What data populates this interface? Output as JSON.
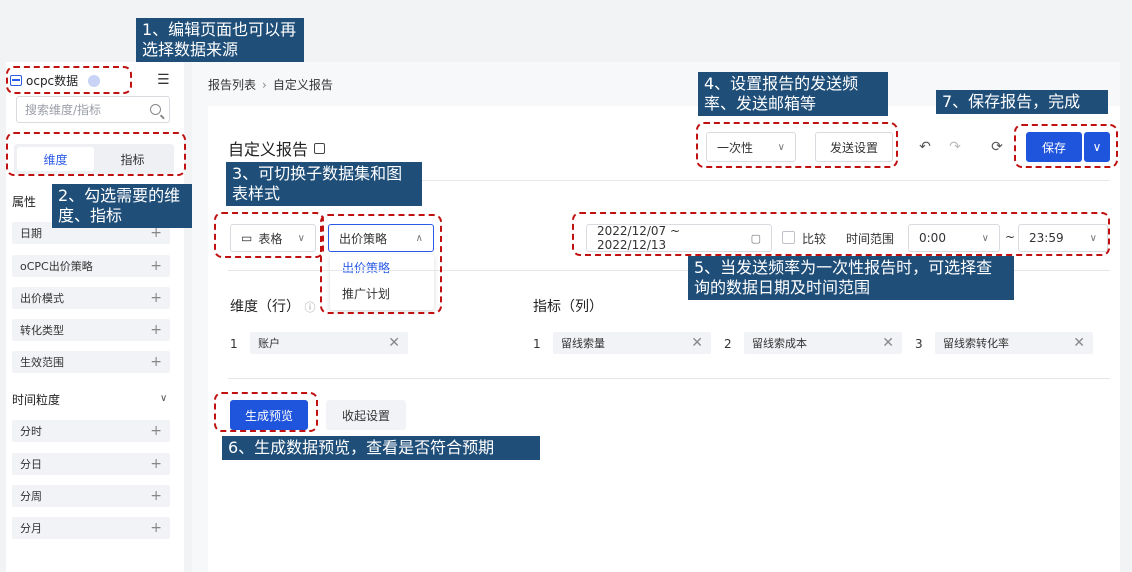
{
  "sidebar": {
    "app_title": "ocpc数据",
    "search_placeholder": "搜索维度/指标",
    "tabs": [
      "维度",
      "指标"
    ],
    "attr_label": "属性",
    "dimensions": [
      "日期",
      "oCPC出价策略",
      "出价模式",
      "转化类型",
      "生效范围"
    ],
    "time_label": "时间粒度",
    "time_items": [
      "分时",
      "分日",
      "分周",
      "分月"
    ]
  },
  "header": {
    "breadcrumb_root": "报告列表",
    "breadcrumb_current": "自定义报告",
    "page_title": "自定义报告",
    "frequency": "一次性",
    "send_settings": "发送设置",
    "save": "保存"
  },
  "controls": {
    "view_type": "表格",
    "strategy": "出价策略",
    "dropdown_options": [
      "出价策略",
      "推广计划"
    ],
    "date_range": "2022/12/07 ~ 2022/12/13",
    "compare": "比较",
    "time_range_label": "时间范围",
    "time_from": "0:00",
    "time_sep": "~",
    "time_to": "23:59"
  },
  "fields": {
    "dim_heading": "维度（行）",
    "metric_heading": "指标（列）",
    "dims": [
      {
        "idx": "1",
        "name": "账户"
      }
    ],
    "metrics": [
      {
        "idx": "1",
        "name": "留线索量"
      },
      {
        "idx": "2",
        "name": "留线索成本"
      },
      {
        "idx": "3",
        "name": "留线索转化率"
      }
    ]
  },
  "footer": {
    "generate": "生成预览",
    "collapse": "收起设置"
  },
  "annotations": {
    "a1": "1、编辑页面也可以再选择数据来源",
    "a2": "2、勾选需要的维度、指标",
    "a3": "3、可切换子数据集和图表样式",
    "a4": "4、设置报告的发送频率、发送邮箱等",
    "a5": "5、当发送频率为一次性报告时，可选择查询的数据日期及时间范围",
    "a6": "6、生成数据预览，查看是否符合预期",
    "a7": "7、保存报告，完成"
  },
  "colors": {
    "primary": "#1f54dc",
    "annotation_bg": "#1f4e79",
    "highlight_dash": "#c01010"
  }
}
